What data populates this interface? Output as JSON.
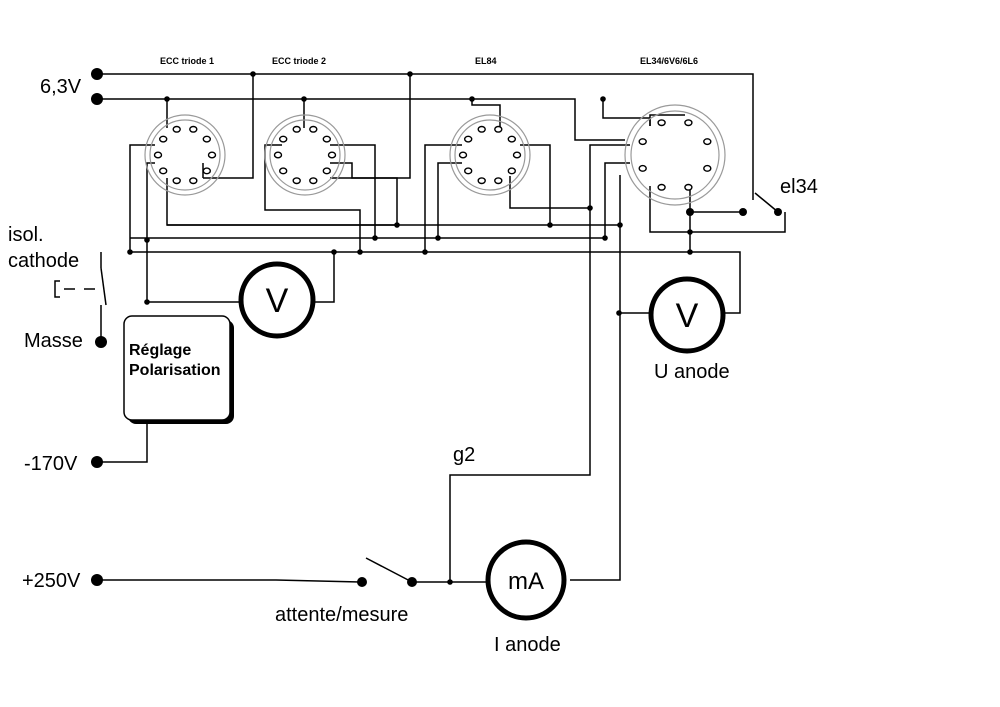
{
  "colors": {
    "ink": "#000000",
    "socket_ring": "#9a9a9a",
    "background": "#ffffff"
  },
  "terminals": {
    "heater": "6,3V",
    "ground": "Masse",
    "bias_supply": "-170V",
    "anode_supply": "+250V"
  },
  "tubes": {
    "ecc1": "ECC triode 1",
    "ecc2": "ECC triode 2",
    "el84": "EL84",
    "el34": "EL34/6V6/6L6"
  },
  "labels": {
    "isol_line1": "isol.",
    "isol_line2": "cathode",
    "bias_line1": "Réglage",
    "bias_line2": "Polarisation",
    "u_anode": "U anode",
    "i_anode": "I anode",
    "g2": "g2",
    "el34_switch": "el34",
    "standby_switch": "attente/mesure"
  },
  "meters": {
    "voltmeter_symbol": "V",
    "ammeter_symbol": "mA"
  }
}
